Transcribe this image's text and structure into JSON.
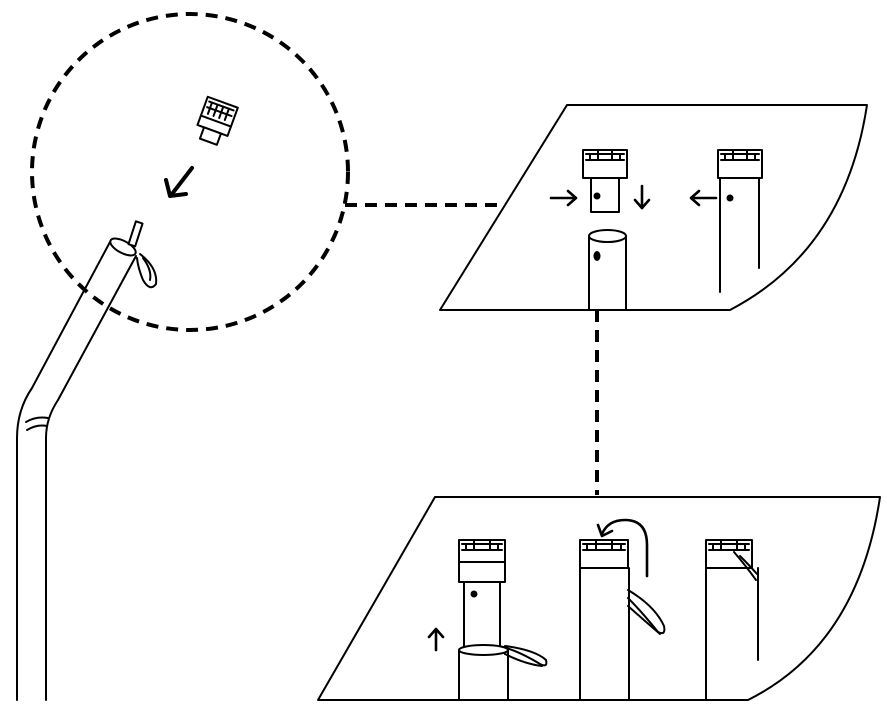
{
  "diagram": {
    "kind": "assembly-instructions",
    "text": [],
    "colors": {
      "line": "#000000",
      "background": "#ffffff"
    },
    "panels": [
      {
        "id": "detail-circle",
        "step": 1
      },
      {
        "id": "upper-parallelogram",
        "step": 2
      },
      {
        "id": "lower-parallelogram",
        "step": 3
      }
    ]
  }
}
